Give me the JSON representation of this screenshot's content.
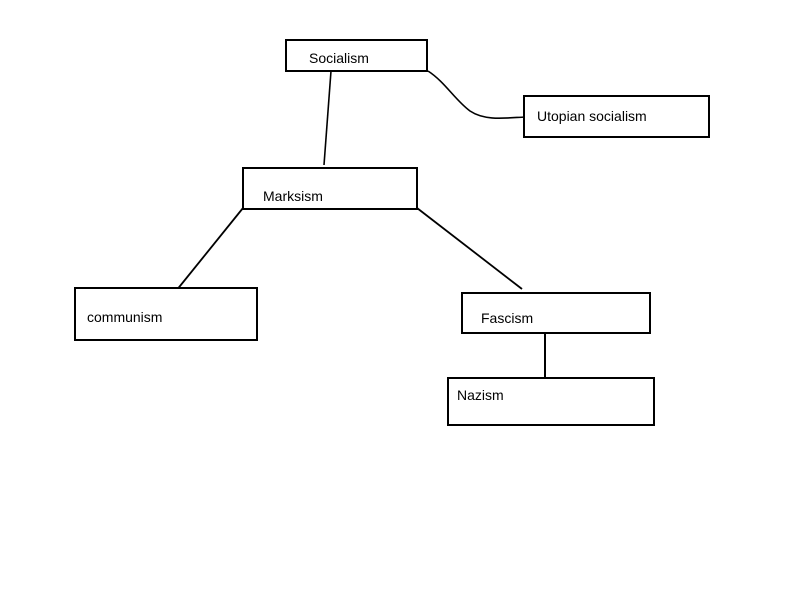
{
  "diagram": {
    "nodes": {
      "socialism": "Socialism",
      "utopian_socialism": "Utopian socialism",
      "marksism": "Marksism",
      "communism": "communism",
      "fascism": "Fascism",
      "nazism": "Nazism"
    },
    "edges": [
      {
        "from": "Socialism",
        "to": "Marksism"
      },
      {
        "from": "Socialism",
        "to": "Utopian socialism"
      },
      {
        "from": "Marksism",
        "to": "communism"
      },
      {
        "from": "Marksism",
        "to": "Fascism"
      },
      {
        "from": "Fascism",
        "to": "Nazism"
      }
    ],
    "colors": {
      "line": "#000000",
      "background": "#ffffff"
    }
  }
}
